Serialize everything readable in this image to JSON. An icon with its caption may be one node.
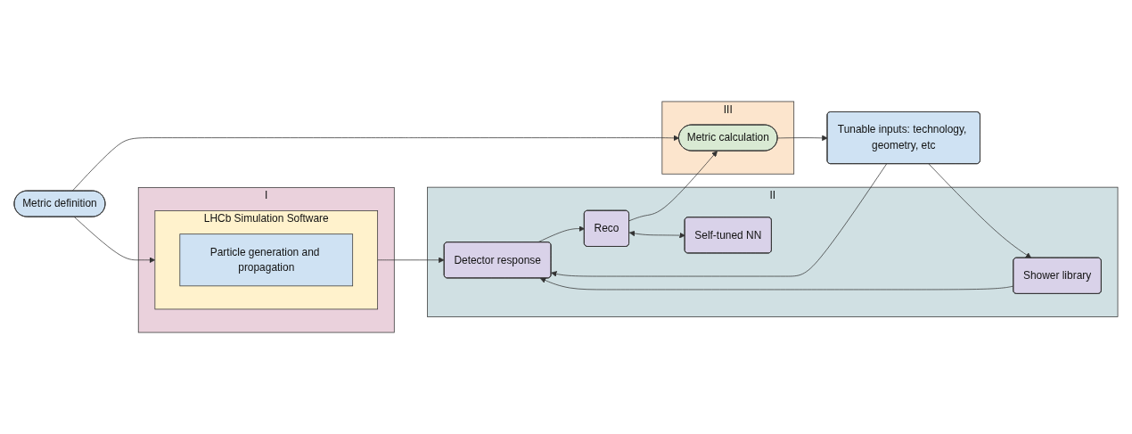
{
  "diagram": {
    "nodes": [
      {
        "text": [
          "Tunable inputs: technology, geometry, etc"
        ]
      },
      {
        "text": [
          "Metric definition"
        ]
      },
      {
        "text": [
          "I"
        ]
      },
      {
        "text": [
          "LHCb Simulation Software"
        ],
        "in": 2
      },
      {
        "text": [
          "Particle generation and propagation"
        ],
        "in": 3
      },
      {
        "text": [
          "II"
        ]
      },
      {
        "text": [
          "Shower library"
        ],
        "in": 5
      },
      {
        "text": [
          "Detector response"
        ],
        "in": 5
      },
      {
        "text": [
          "Reco"
        ],
        "in": 5
      },
      {
        "text": [
          "Self-tuned NN"
        ],
        "in": 5
      },
      {
        "text": [
          "III"
        ]
      },
      {
        "text": [
          "Metric calculation"
        ],
        "in": 10
      }
    ],
    "edges": [
      {
        "from": 1,
        "to": 3,
        "arrow": "to"
      },
      {
        "from": 0,
        "to": 7,
        "arrow": "to"
      },
      {
        "from": 0,
        "to": 6,
        "arrow": "to"
      },
      {
        "from": 6,
        "to": 7,
        "arrow": "to"
      },
      {
        "from": 3,
        "to": 7,
        "arrow": "to"
      },
      {
        "from": 7,
        "to": 8,
        "arrow": "to"
      },
      {
        "from": 8,
        "to": 9,
        "arrow": "both"
      },
      {
        "from": 8,
        "to": 11,
        "arrow": "to"
      },
      {
        "from": 1,
        "to": 11,
        "arrow": "to"
      },
      {
        "from": 11,
        "to": 0,
        "arrow": "to"
      }
    ]
  }
}
